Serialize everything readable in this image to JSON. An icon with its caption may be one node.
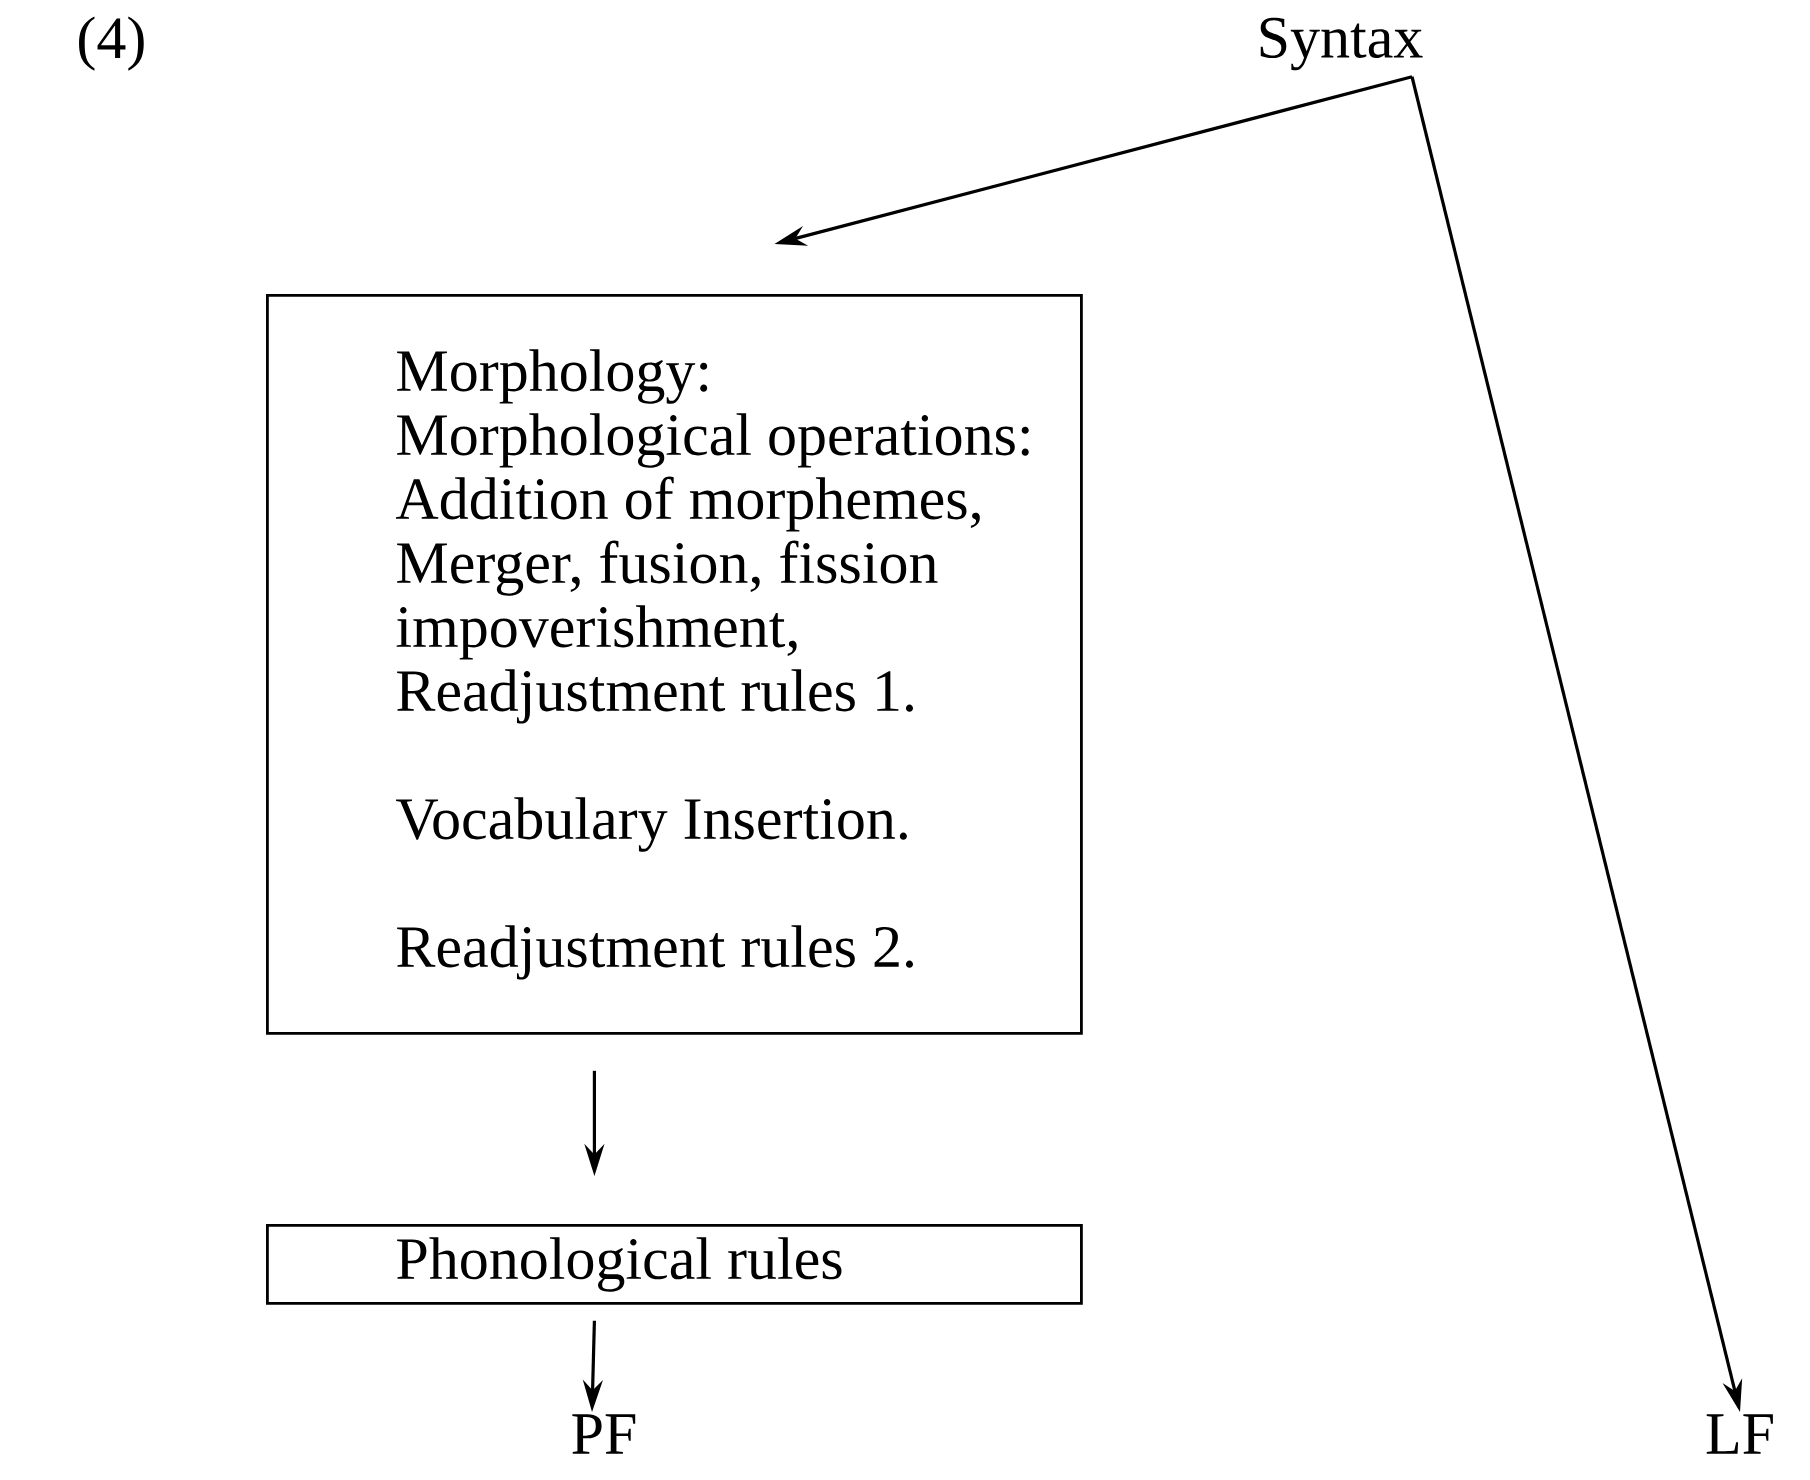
{
  "diagram": {
    "nodes": [
      {
        "text": [
          "Syntax"
        ]
      },
      {
        "text": [
          "Morphology:",
          "Morphological operations: Addition of morphemes, Merger, fusion, fission impoverishment, Readjustment rules 1.",
          "Vocabulary Insertion.",
          "Readjustment rules 2."
        ]
      },
      {
        "text": [
          "Phonological rules"
        ]
      },
      {
        "text": [
          "PF"
        ]
      },
      {
        "text": [
          "LF"
        ]
      }
    ],
    "edges": [
      {
        "from": 0,
        "to": 1,
        "arrow": "to"
      },
      {
        "from": 0,
        "to": 4,
        "arrow": "to"
      },
      {
        "from": 1,
        "to": 2,
        "arrow": "to"
      },
      {
        "from": 2,
        "to": 3,
        "arrow": "to"
      }
    ],
    "labels": [
      "(4)"
    ]
  }
}
